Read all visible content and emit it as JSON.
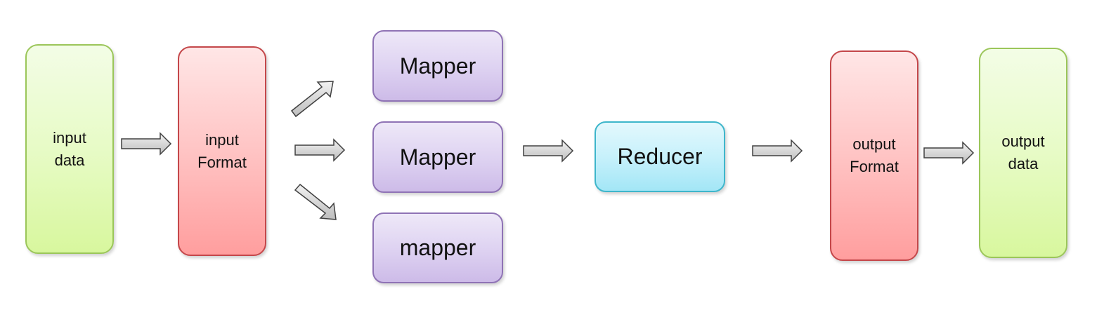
{
  "nodes": {
    "input_data": "input\ndata",
    "input_format": "input\nFormat",
    "mapper_1": "Mapper",
    "mapper_2": "Mapper",
    "mapper_3": "mapper",
    "reducer": "Reducer",
    "output_format": "output\nFormat",
    "output_data": "output\ndata"
  },
  "colors": {
    "data_box": "#9bc65a",
    "format_box": "#c4474a",
    "mapper_box": "#8f73b5",
    "reducer_box": "#3eb6cb",
    "arrow_fill": "#d9d9d9",
    "arrow_stroke": "#404040"
  }
}
